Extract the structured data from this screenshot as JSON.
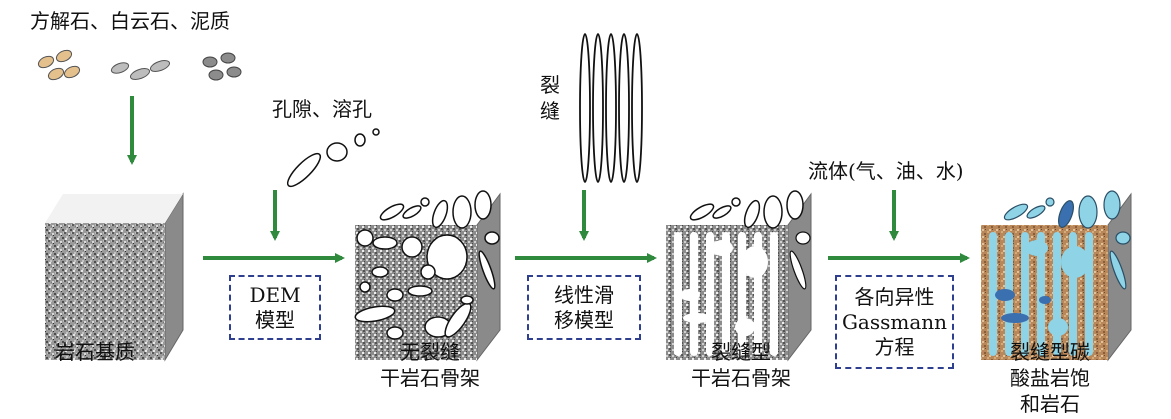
{
  "minerals": {
    "label": "方解石、白云石、泥质"
  },
  "pores": {
    "label": "孔隙、溶孔"
  },
  "fracture": {
    "label_line1": "裂",
    "label_line2": "缝"
  },
  "fluid": {
    "label": "流体(气、油、水)"
  },
  "stage1": {
    "label": "岩石基质"
  },
  "stage2": {
    "line1": "无裂缝",
    "line2": "干岩石骨架"
  },
  "stage3": {
    "line1": "裂缝型",
    "line2": "干岩石骨架"
  },
  "stage4": {
    "line1": "裂缝型碳",
    "line2": "酸盐岩饱",
    "line3": "和岩石"
  },
  "model1": {
    "line1": "DEM",
    "line2": "模型"
  },
  "model2": {
    "line1": "线性滑",
    "line2": "移模型"
  },
  "model3": {
    "line1": "各向异性",
    "line2": "Gassmann",
    "line3": "方程"
  },
  "colors": {
    "arrow": "#2f8a3e",
    "dash_box": "#2e3f8f",
    "fluid_fill": "#8fd3e6",
    "sand": "#c49a66"
  }
}
